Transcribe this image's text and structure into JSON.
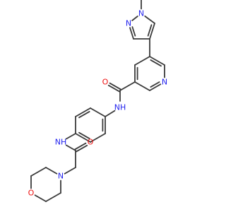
{
  "molecule": {
    "atoms": [
      {
        "id": "me",
        "label": ""
      },
      {
        "id": "n1",
        "label": "N"
      },
      {
        "id": "c5p",
        "label": ""
      },
      {
        "id": "c4p",
        "label": ""
      },
      {
        "id": "c3p",
        "label": ""
      },
      {
        "id": "n2",
        "label": "N"
      },
      {
        "id": "py5",
        "label": ""
      },
      {
        "id": "py6",
        "label": ""
      },
      {
        "id": "pyN",
        "label": "N"
      },
      {
        "id": "py2",
        "label": ""
      },
      {
        "id": "py3",
        "label": ""
      },
      {
        "id": "py4",
        "label": ""
      },
      {
        "id": "co",
        "label": ""
      },
      {
        "id": "o1",
        "label": "O"
      },
      {
        "id": "nh1",
        "label": "NH"
      },
      {
        "id": "b1",
        "label": ""
      },
      {
        "id": "b2",
        "label": ""
      },
      {
        "id": "b3",
        "label": ""
      },
      {
        "id": "b4",
        "label": ""
      },
      {
        "id": "b5",
        "label": ""
      },
      {
        "id": "b6",
        "label": ""
      },
      {
        "id": "nh2",
        "label": "NH"
      },
      {
        "id": "c2",
        "label": ""
      },
      {
        "id": "o2",
        "label": "O"
      },
      {
        "id": "ch2",
        "label": ""
      },
      {
        "id": "nm",
        "label": "N"
      },
      {
        "id": "m1",
        "label": ""
      },
      {
        "id": "m2",
        "label": ""
      },
      {
        "id": "om",
        "label": "O"
      },
      {
        "id": "m3",
        "label": ""
      },
      {
        "id": "m4",
        "label": ""
      }
    ],
    "bonds": [
      {
        "a": "me",
        "b": "n1",
        "order": 1
      },
      {
        "a": "n1",
        "b": "n2",
        "order": 1
      },
      {
        "a": "n2",
        "b": "c3p",
        "order": 2
      },
      {
        "a": "c3p",
        "b": "c4p",
        "order": 1
      },
      {
        "a": "c4p",
        "b": "c5p",
        "order": 2
      },
      {
        "a": "c5p",
        "b": "n1",
        "order": 1
      },
      {
        "a": "c4p",
        "b": "py5",
        "order": 1
      },
      {
        "a": "py5",
        "b": "py6",
        "order": 2
      },
      {
        "a": "py6",
        "b": "pyN",
        "order": 1
      },
      {
        "a": "pyN",
        "b": "py2",
        "order": 2
      },
      {
        "a": "py2",
        "b": "py3",
        "order": 1
      },
      {
        "a": "py3",
        "b": "py4",
        "order": 2
      },
      {
        "a": "py4",
        "b": "py5",
        "order": 1
      },
      {
        "a": "py3",
        "b": "co",
        "order": 1
      },
      {
        "a": "co",
        "b": "o1",
        "order": 2
      },
      {
        "a": "co",
        "b": "nh1",
        "order": 1
      },
      {
        "a": "nh1",
        "b": "b1",
        "order": 1
      },
      {
        "a": "b1",
        "b": "b2",
        "order": 2
      },
      {
        "a": "b2",
        "b": "b3",
        "order": 1
      },
      {
        "a": "b3",
        "b": "b4",
        "order": 2
      },
      {
        "a": "b4",
        "b": "b5",
        "order": 1
      },
      {
        "a": "b5",
        "b": "b6",
        "order": 2
      },
      {
        "a": "b6",
        "b": "b1",
        "order": 1
      },
      {
        "a": "b4",
        "b": "nh2",
        "order": 1
      },
      {
        "a": "nh2",
        "b": "c2",
        "order": 1
      },
      {
        "a": "c2",
        "b": "o2",
        "order": 2
      },
      {
        "a": "c2",
        "b": "ch2",
        "order": 1
      },
      {
        "a": "ch2",
        "b": "nm",
        "order": 1
      },
      {
        "a": "nm",
        "b": "m1",
        "order": 1
      },
      {
        "a": "m1",
        "b": "m2",
        "order": 1
      },
      {
        "a": "m2",
        "b": "om",
        "order": 1
      },
      {
        "a": "om",
        "b": "m3",
        "order": 1
      },
      {
        "a": "m3",
        "b": "m4",
        "order": 1
      },
      {
        "a": "m4",
        "b": "nm",
        "order": 1
      }
    ],
    "colors": {
      "bond": "#3a3a3a",
      "N": "#2222ee",
      "O": "#ee1111",
      "background": "#ffffff"
    }
  }
}
